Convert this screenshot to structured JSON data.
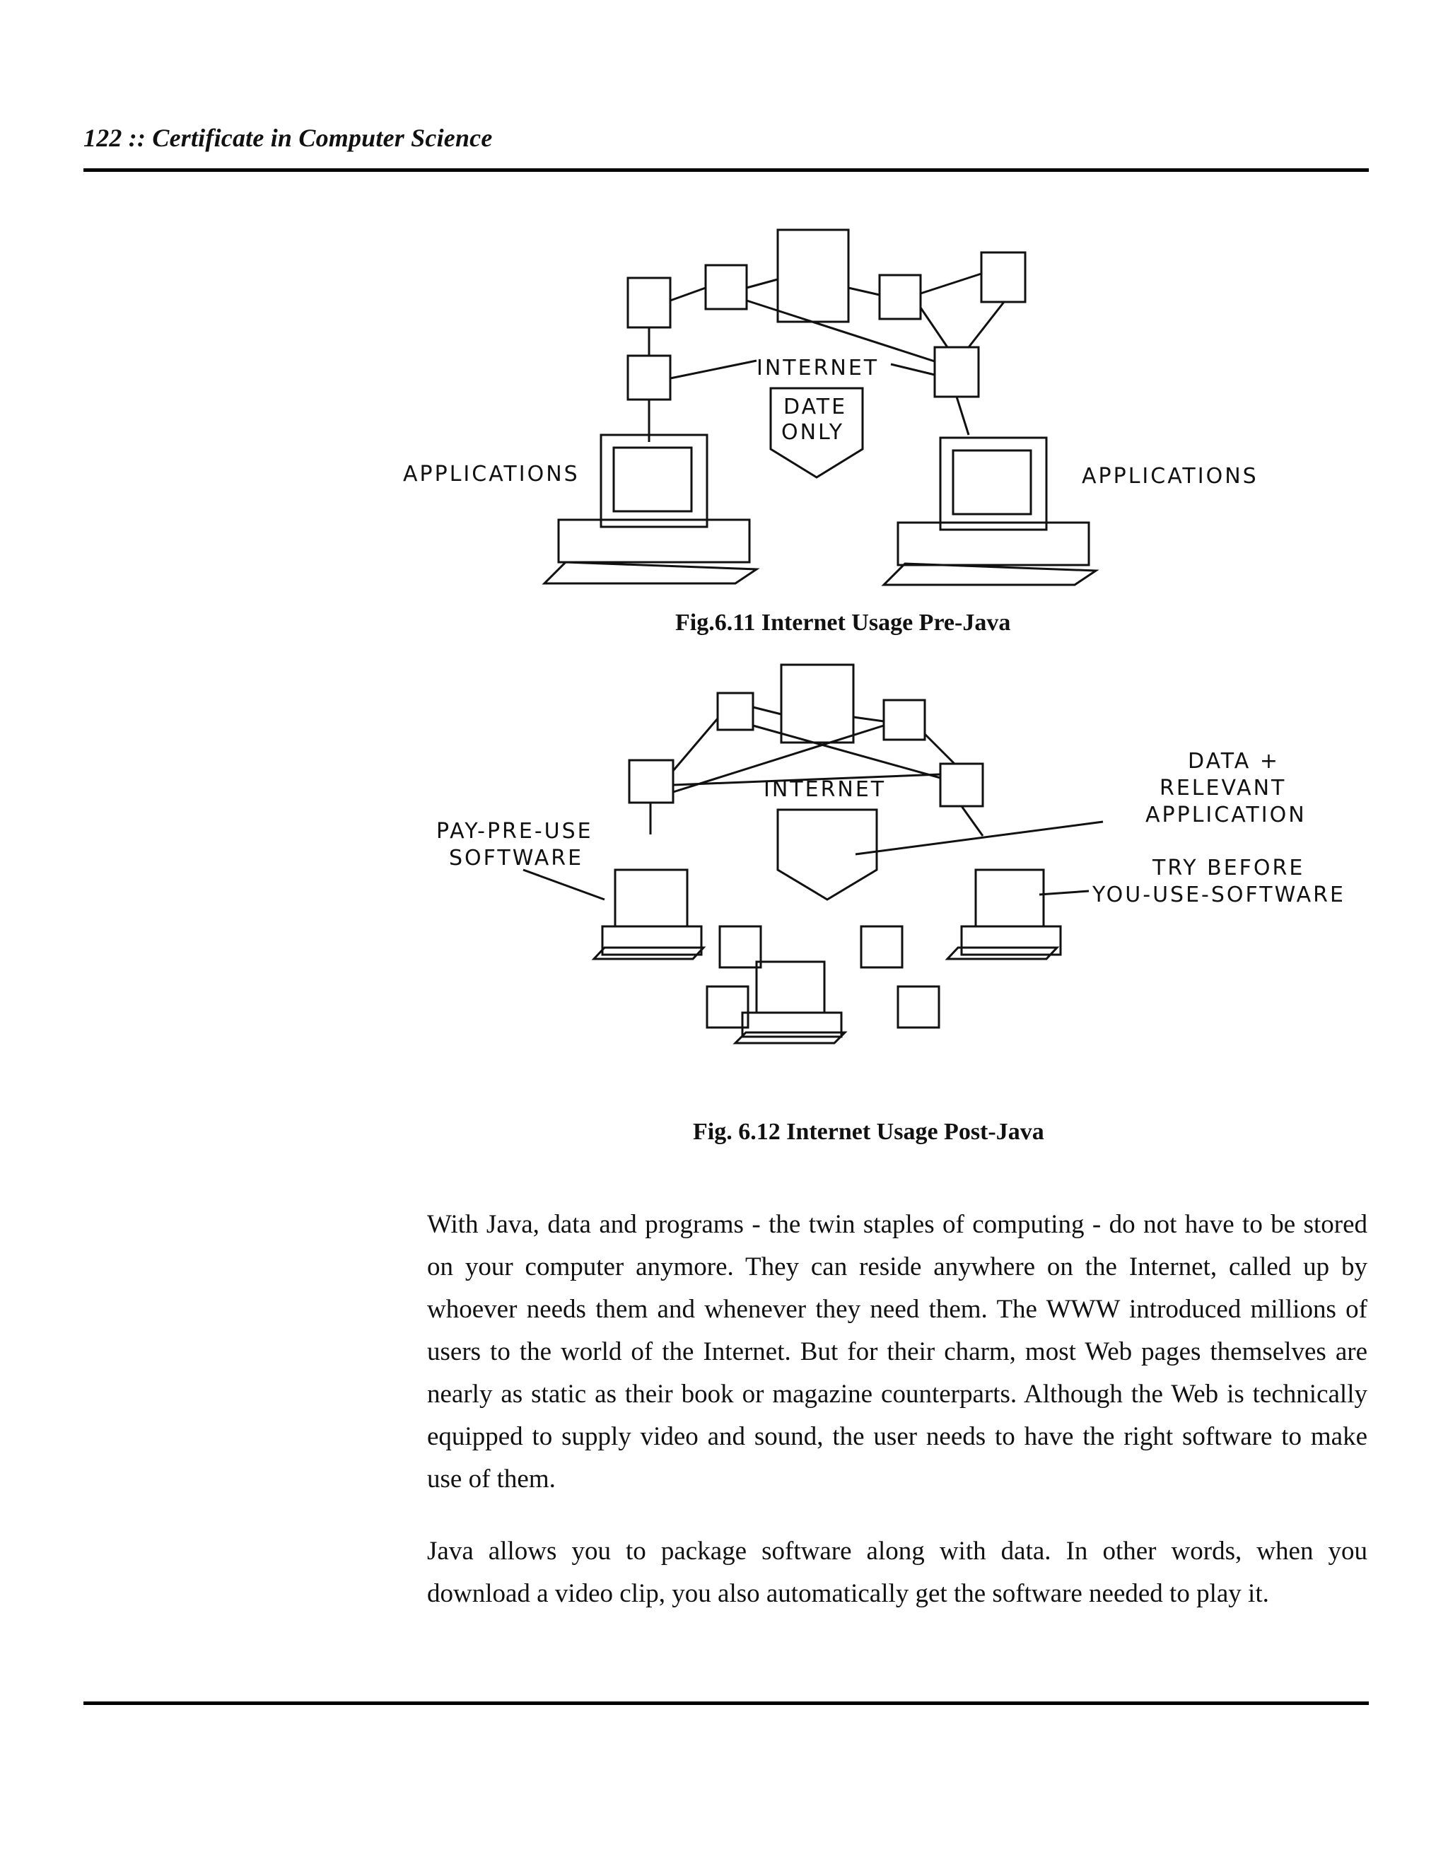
{
  "header": {
    "running_head": "122 :: Certificate in Computer Science"
  },
  "figures": [
    {
      "caption": "Fig.6.11 Internet Usage Pre-Java",
      "labels": {
        "internet": "INTERNET",
        "data_only_line1": "DATE",
        "data_only_line2": "ONLY",
        "applications_left": "APPLICATIONS",
        "applications_right": "APPLICATIONS"
      }
    },
    {
      "caption": "Fig. 6.12 Internet Usage Post-Java",
      "labels": {
        "internet": "INTERNET",
        "data_relevant_line1": "DATA +",
        "data_relevant_line2": "RELEVANT",
        "data_relevant_line3": "APPLICATION",
        "pay_line1": "PAY-PRE-USE",
        "pay_line2": "SOFTWARE",
        "try_line1": "TRY  BEFORE",
        "try_line2": "YOU-USE-SOFTWARE"
      }
    }
  ],
  "body": {
    "paragraphs": [
      "With Java, data and programs - the twin staples of computing - do not have to be stored on your computer anymore.  They can reside anywhere on the Internet, called up by whoever needs them and whenever they need them. The WWW introduced millions of users to the world of the Internet.  But for their charm, most Web pages themselves are nearly as static as their book or magazine counterparts.  Although the Web is technically equipped to supply video and sound, the user needs to have the right software to make use of them.",
      "Java allows you to package software along with data.  In other words, when you download a video clip, you also automatically get the software needed to play it."
    ]
  }
}
